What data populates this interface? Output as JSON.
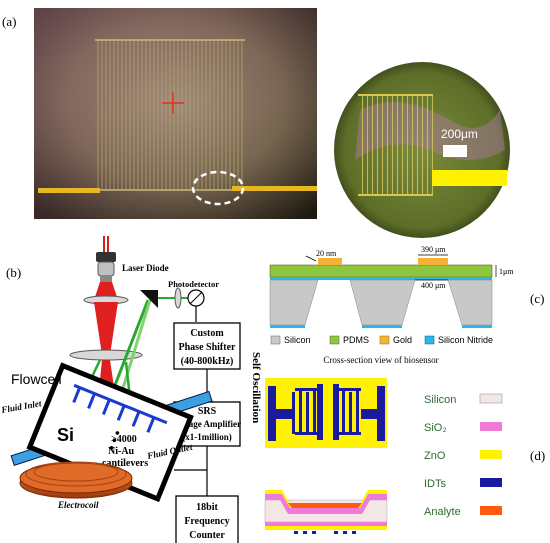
{
  "panels": {
    "a": {
      "label": "(a)",
      "scale_bar": "200μm"
    },
    "b": {
      "label": "(b)",
      "laser_diode": "Laser Diode",
      "photodetector": "Photodetector",
      "flowcell": "Flowcell",
      "si": "Si",
      "cantilever_count": ">4000",
      "cantilever_name_1": "Ni-Au",
      "cantilever_name_2": "cantilevers",
      "fluid_inlet": "Fluid Inlet",
      "fluid_outlet": "Fluid Outlet",
      "electrocoil": "Electrocoil",
      "phase_shifter": [
        "Custom",
        "Phase Shifter",
        "(40-800kHz)"
      ],
      "srs_amplifier": [
        "SRS",
        "Voltage Amplifier",
        "(x1-1million)"
      ],
      "frequency_counter": [
        "18bit",
        "Frequency",
        "Counter"
      ],
      "self_oscillation": "Self Oscillation"
    },
    "c": {
      "label": "(c)",
      "dim_20nm": "20 nm",
      "dim_390um": "390 μm",
      "dim_400um": "400 μm",
      "dim_1um": "1μm",
      "legend": [
        {
          "label": "Silicon",
          "color": "#c8c8c8"
        },
        {
          "label": "PDMS",
          "color": "#8fc63f"
        },
        {
          "label": "Gold",
          "color": "#f5b335"
        },
        {
          "label": "Silicon Nitride",
          "color": "#29b6e8"
        }
      ],
      "caption": "Cross-section view of biosensor"
    },
    "d": {
      "label": "(d)",
      "legend": [
        {
          "label": "Silicon",
          "color": "#f5e6e6"
        },
        {
          "label": "SiO₂",
          "color": "#f07ad8"
        },
        {
          "label": "ZnO",
          "color": "#fff200"
        },
        {
          "label": "IDTs",
          "color": "#1a1aa0"
        },
        {
          "label": "Analyte",
          "color": "#ff5a10"
        }
      ]
    }
  }
}
